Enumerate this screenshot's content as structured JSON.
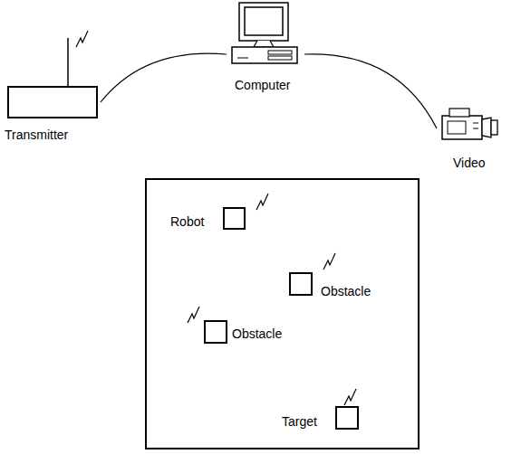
{
  "diagram": {
    "nodes": [
      {
        "text": [
          "Transmitter"
        ]
      },
      {
        "text": [
          "Computer"
        ]
      },
      {
        "text": [
          "Video"
        ]
      },
      {
        "text": [
          "Robot"
        ]
      },
      {
        "text": [
          "Obstacle"
        ]
      },
      {
        "text": [
          "Obstacle"
        ]
      },
      {
        "text": [
          "Target"
        ]
      }
    ],
    "edges": [
      {
        "from": 0,
        "to": 1,
        "arrow": "none"
      },
      {
        "from": 1,
        "to": 2,
        "arrow": "none"
      }
    ]
  }
}
